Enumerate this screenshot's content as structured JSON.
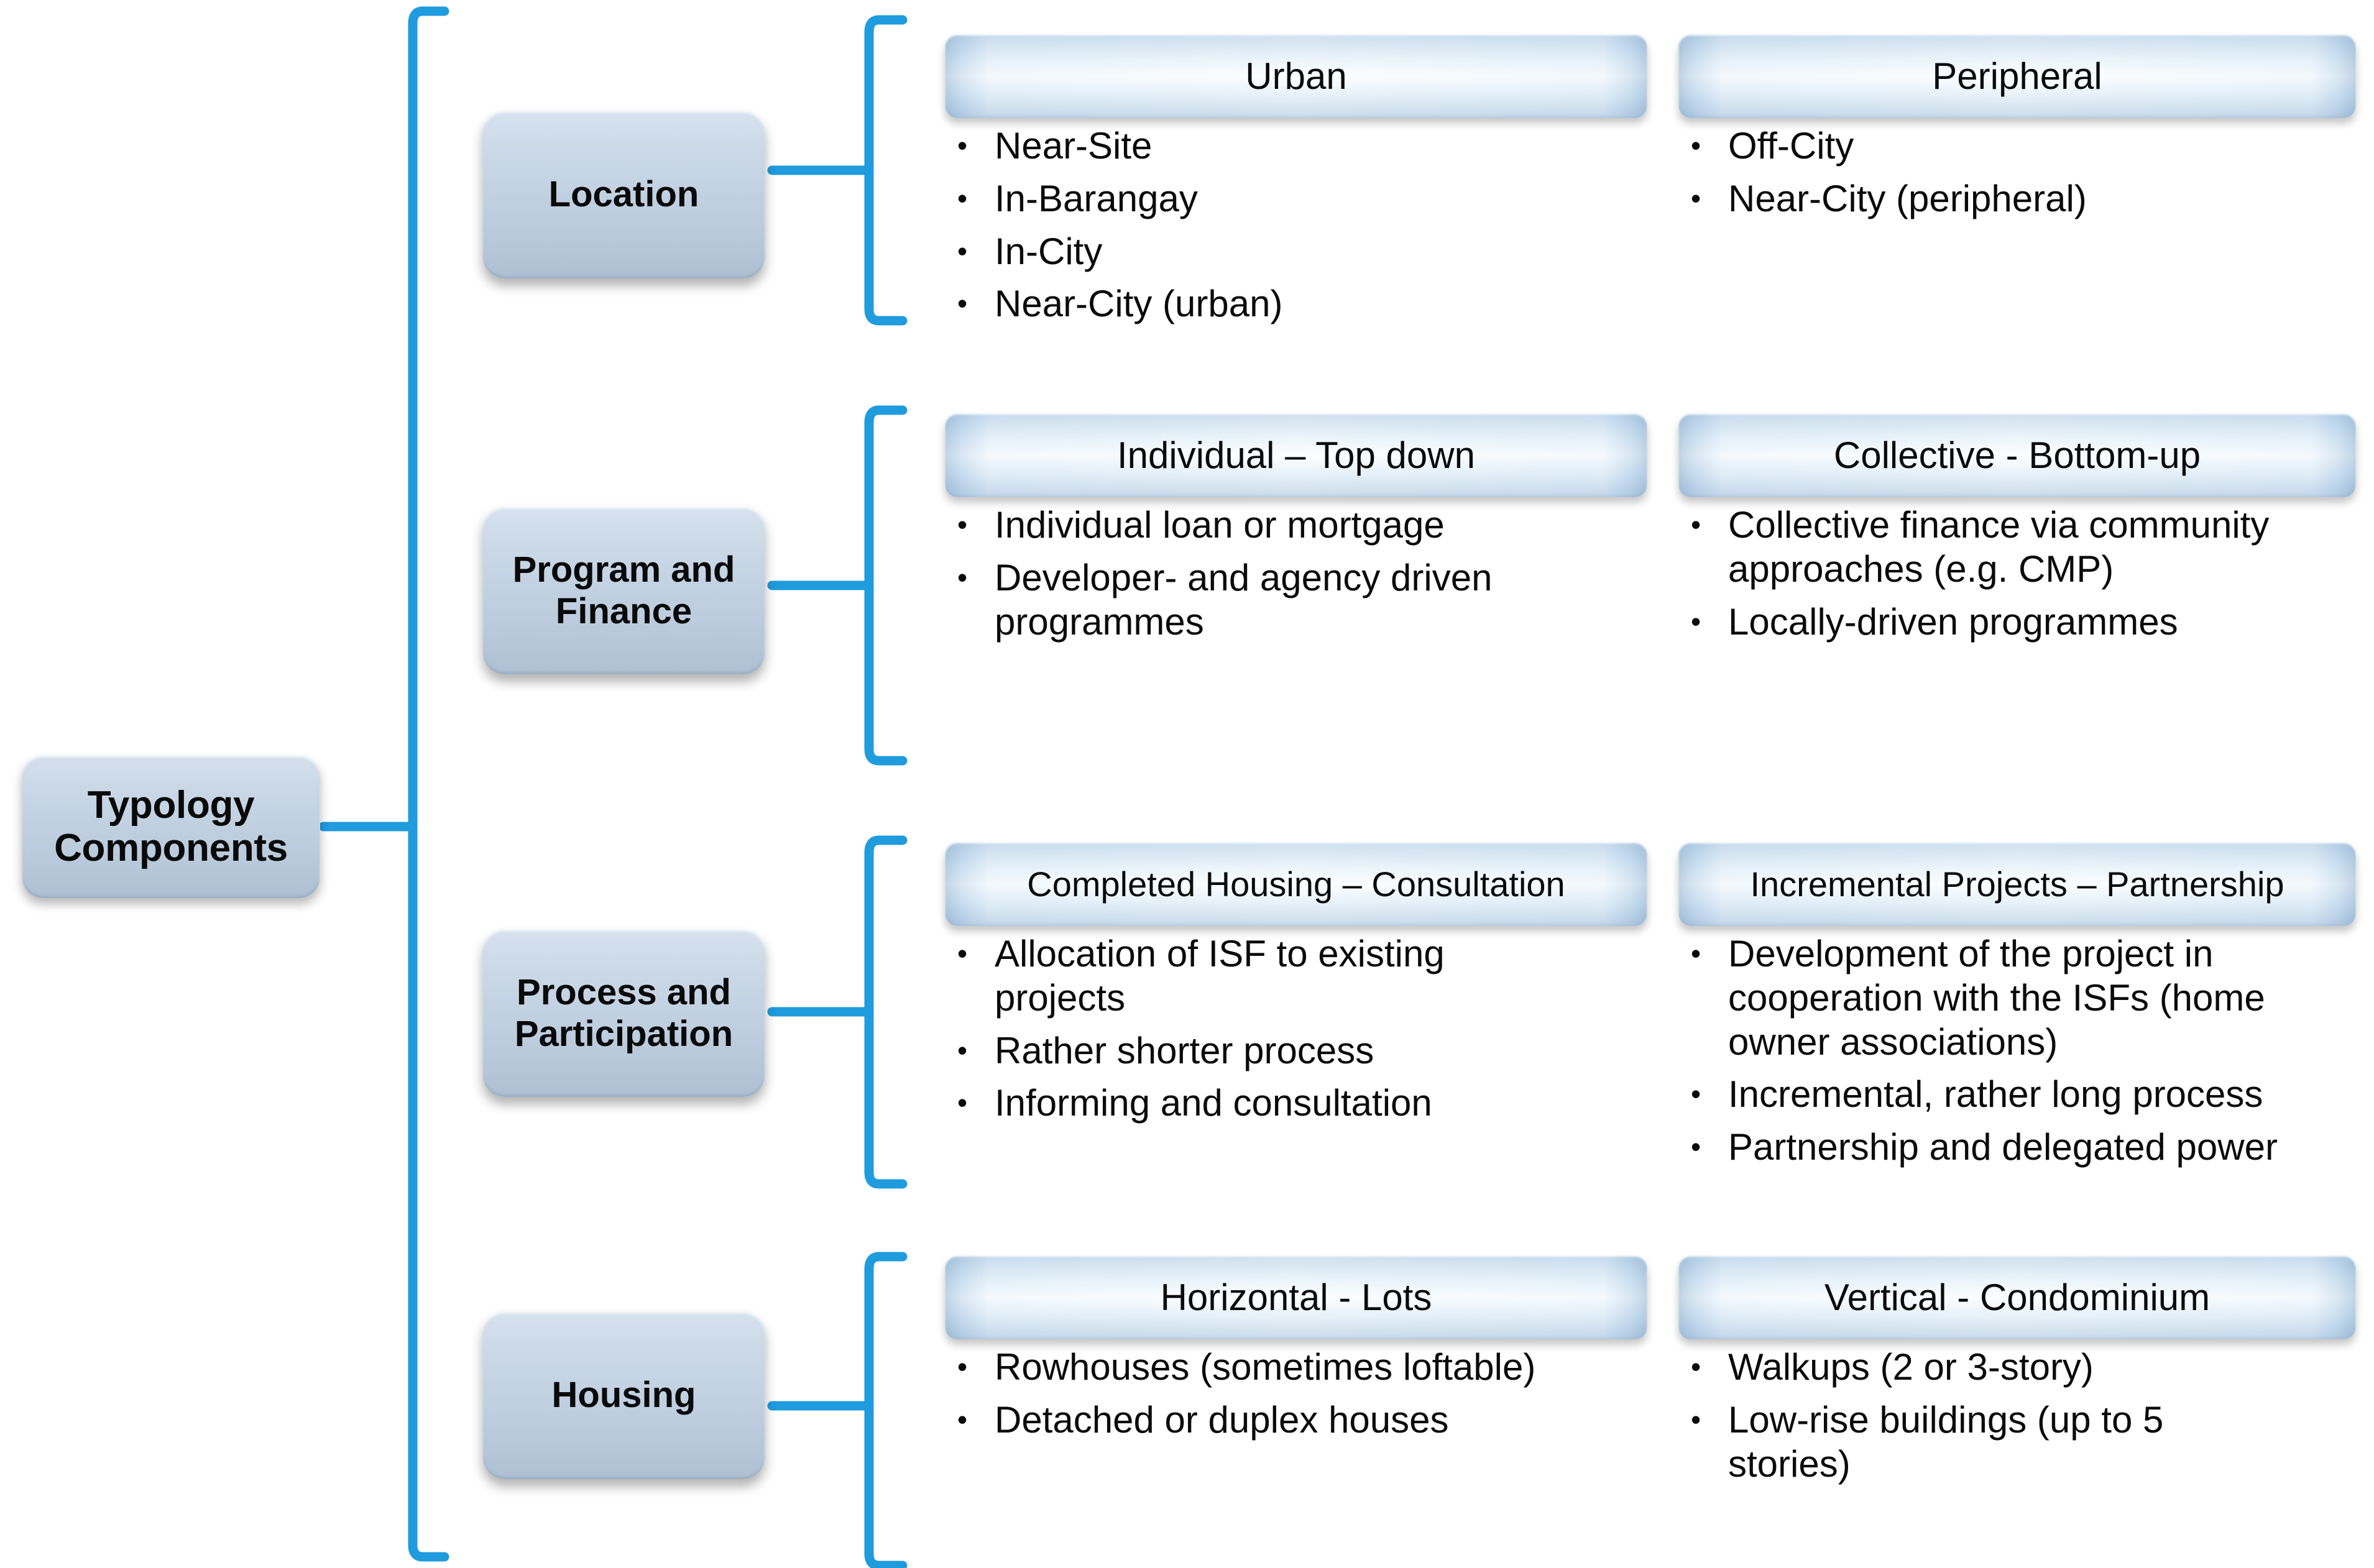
{
  "diagram": {
    "title": "Typology Components",
    "accent_color": "#1f9bde",
    "node_fill_start": "#d6e2ee",
    "node_fill_end": "#aec0d3",
    "header_fill": "#ffffff",
    "text_color": "#0b0b0b",
    "root": {
      "label": "Typology\nComponents",
      "line1": "Typology",
      "line2": "Components"
    },
    "groups": [
      {
        "id": "location",
        "category": "Location",
        "columns": [
          {
            "header": "Urban",
            "bullets": [
              "Near-Site",
              "In-Barangay",
              "In-City",
              "Near-City (urban)"
            ]
          },
          {
            "header": "Peripheral",
            "bullets": [
              "Off-City",
              "Near-City (peripheral)"
            ]
          }
        ]
      },
      {
        "id": "program-and-finance",
        "category": "Program and Finance",
        "category_line1": "Program and",
        "category_line2": "Finance",
        "columns": [
          {
            "header": "Individual – Top down",
            "bullets": [
              "Individual loan or mortgage",
              "Developer- and agency driven programmes"
            ]
          },
          {
            "header": "Collective - Bottom-up",
            "bullets": [
              "Collective finance via community approaches (e.g. CMP)",
              "Locally-driven programmes"
            ]
          }
        ]
      },
      {
        "id": "process-and-participation",
        "category": "Process and Participation",
        "category_line1": "Process and",
        "category_line2": "Participation",
        "columns": [
          {
            "header": "Completed Housing – Consultation",
            "bullets": [
              "Allocation of ISF to existing projects",
              "Rather shorter process",
              "Informing and consultation"
            ]
          },
          {
            "header": "Incremental Projects – Partnership",
            "bullets": [
              "Development of the project in cooperation with the ISFs (home owner associations)",
              "Incremental, rather long process",
              "Partnership and delegated power"
            ]
          }
        ]
      },
      {
        "id": "housing",
        "category": "Housing",
        "columns": [
          {
            "header": "Horizontal - Lots",
            "bullets": [
              "Rowhouses (sometimes loftable)",
              "Detached or duplex houses"
            ]
          },
          {
            "header": "Vertical - Condominium",
            "bullets": [
              "Walkups (2 or 3-story)",
              "Low-rise buildings (up to 5 stories)"
            ]
          }
        ]
      }
    ]
  }
}
